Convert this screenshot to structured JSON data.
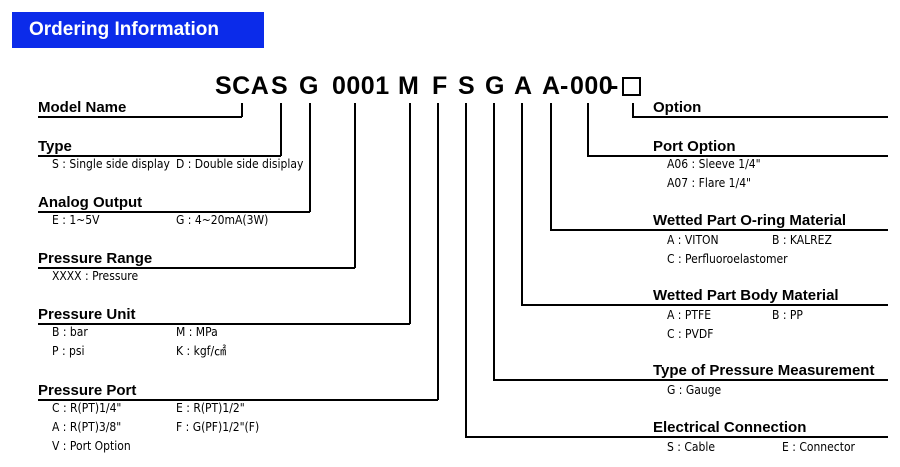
{
  "title": "Ordering Information",
  "code_segments": {
    "sca": "SCA",
    "s": "S",
    "g1": "G",
    "range": "0001",
    "m": "M",
    "f": "F",
    "s2": "S",
    "g2": "G",
    "a1": "A",
    "a2": "A",
    "dash1": "-",
    "zeros": "000",
    "dash2": "-"
  },
  "left": {
    "model_name": "Model Name",
    "type": {
      "heading": "Type",
      "opt1": "S : Single side display",
      "opt2": "D : Double side disiplay"
    },
    "analog_output": {
      "heading": "Analog Output",
      "opt1": "E : 1~5V",
      "opt2": "G : 4~20mA(3W)"
    },
    "pressure_range": {
      "heading": "Pressure Range",
      "opt1": "XXXX : Pressure"
    },
    "pressure_unit": {
      "heading": "Pressure Unit",
      "opt1": "B : bar",
      "opt2": "M : MPa",
      "opt3": "P : psi",
      "opt4": "K : kgf/㎠"
    },
    "pressure_port": {
      "heading": "Pressure Port",
      "opt1": "C : R(PT)1/4\"",
      "opt2": "E : R(PT)1/2\"",
      "opt3": "A : R(PT)3/8\"",
      "opt4": "F : G(PF)1/2\"(F)",
      "opt5": "V : Port Option"
    }
  },
  "right": {
    "option": {
      "heading": "Option"
    },
    "port_option": {
      "heading": "Port Option",
      "opt1": "A06 : Sleeve 1/4\"",
      "opt2": "A07 : Flare 1/4\""
    },
    "oring": {
      "heading": "Wetted Part O-ring Material",
      "opt1": "A : VITON",
      "opt2": "B : KALREZ",
      "opt3": "C : Perfluoroelastomer"
    },
    "body": {
      "heading": "Wetted Part Body Material",
      "opt1": "A : PTFE",
      "opt2": "B : PP",
      "opt3": "C : PVDF"
    },
    "measurement": {
      "heading": "Type of Pressure Measurement",
      "opt1": "G : Gauge"
    },
    "electrical": {
      "heading": "Electrical Connection",
      "opt1": "S : Cable",
      "opt2": "E : Connector"
    }
  },
  "colors": {
    "banner": "#0b2bea",
    "banner_text": "#ffffff",
    "text": "#000000"
  }
}
